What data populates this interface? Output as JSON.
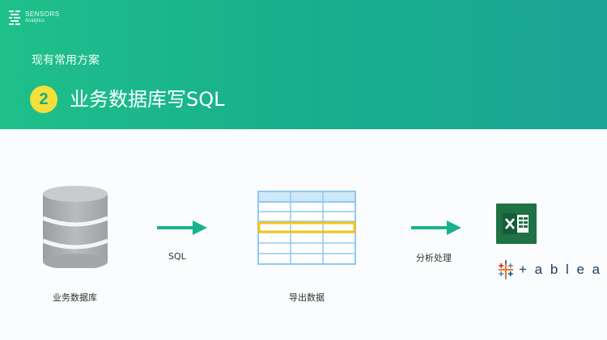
{
  "logo": {
    "line1": "SENSORS",
    "line2": "Analytics"
  },
  "header": {
    "subtitle": "现有常用方案",
    "badge": "2",
    "title": "业务数据库写SQL"
  },
  "flow": {
    "source_label": "业务数据库",
    "arrow1_label": "SQL",
    "export_label": "导出数据",
    "arrow2_label": "分析处理",
    "tool_word": "+ a b l e a u",
    "tool_mark": "®"
  },
  "colors": {
    "header_green": "#1cb58c",
    "badge_yellow": "#f4e03a",
    "arrow_green": "#19b28c",
    "db_gray": "#a8abae",
    "grid_blue": "#8ec9f0",
    "highlight": "#f5c518",
    "excel_green": "#1e7244"
  },
  "icons": [
    "database-icon",
    "arrow-right-icon",
    "spreadsheet-grid-icon",
    "excel-icon",
    "tableau-icon"
  ]
}
